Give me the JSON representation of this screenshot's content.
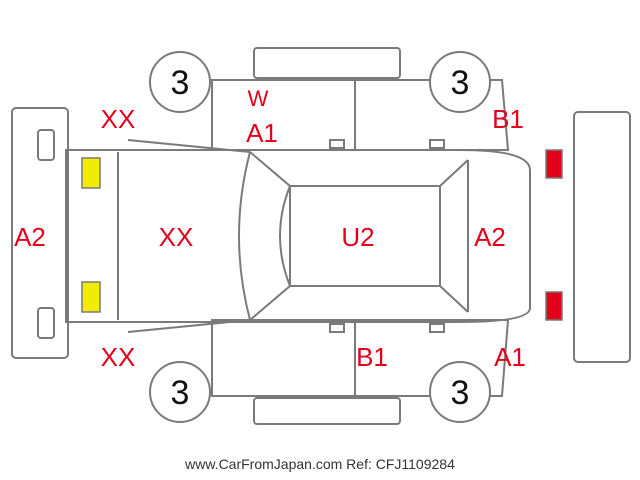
{
  "labels": {
    "front_left_corner": "XX",
    "windshield_top": "W",
    "roof_left": "A1",
    "rear_right_top": "B1",
    "front_bumper": "A2",
    "hood": "XX",
    "roof": "U2",
    "rear_bumper": "A2",
    "front_left_bottom": "XX",
    "door_bottom": "B1",
    "rear_bottom": "A1"
  },
  "wheels": {
    "front_top": "3",
    "rear_top": "3",
    "front_bottom": "3",
    "rear_bottom": "3"
  },
  "footer": "www.CarFromJapan.com Ref: CFJ1109284",
  "colors": {
    "label": "#e3001b",
    "outline": "#7a7a7a",
    "front_lights": "#f2ec00",
    "rear_lights": "#e3001b"
  }
}
